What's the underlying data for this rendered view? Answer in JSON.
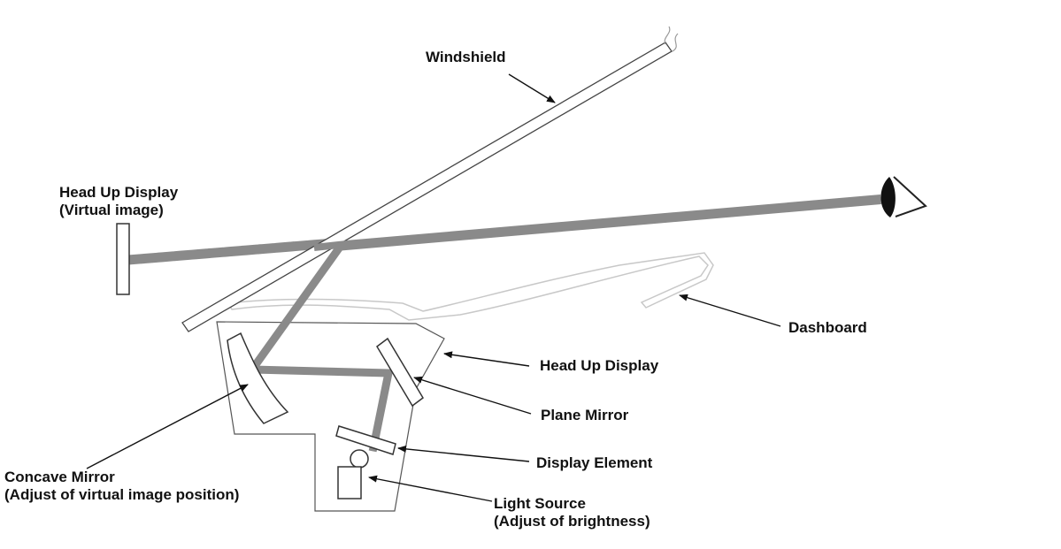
{
  "colors": {
    "beam": "#8a8a8a",
    "outline": "#333333",
    "text": "#111111",
    "background": "#ffffff"
  },
  "labels": {
    "windshield": "Windshield",
    "virtual_image_line1": "Head Up Display",
    "virtual_image_line2": "(Virtual image)",
    "dashboard": "Dashboard",
    "head_up_display": "Head Up Display",
    "plane_mirror": "Plane Mirror",
    "display_element": "Display Element",
    "concave_mirror_line1": "Concave Mirror",
    "concave_mirror_line2": "(Adjust of virtual image position)",
    "light_source_line1": "Light Source",
    "light_source_line2": "(Adjust of brightness)"
  },
  "icons": {
    "eye": "eye-icon"
  }
}
